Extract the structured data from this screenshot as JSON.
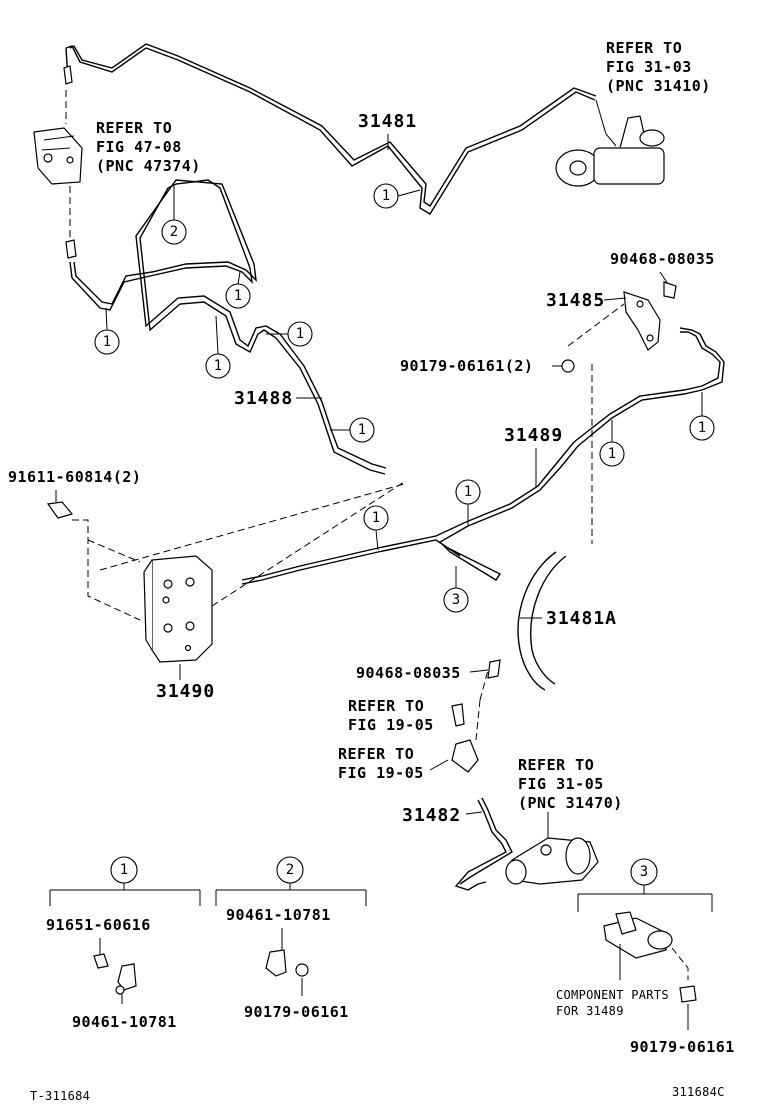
{
  "part_numbers": {
    "p31481": "31481",
    "p31485": "31485",
    "p31488": "31488",
    "p31489": "31489",
    "p31490": "31490",
    "p31481A": "31481A",
    "p31482": "31482"
  },
  "hardware": {
    "h90468_top": "90468-08035",
    "h90179_2": "90179-06161(2)",
    "h91611_2": "91611-60814(2)",
    "h90468_mid": "90468-08035"
  },
  "refs": {
    "ref_47_08": [
      "REFER TO",
      "FIG 47-08",
      "(PNC 47374)"
    ],
    "ref_31_03": [
      "REFER TO",
      "FIG 31-03",
      "(PNC 31410)"
    ],
    "ref_19_05_a": [
      "REFER TO",
      "FIG 19-05"
    ],
    "ref_19_05_b": [
      "REFER TO",
      "FIG 19-05"
    ],
    "ref_31_05": [
      "REFER TO",
      "FIG 31-05",
      "(PNC 31470)"
    ]
  },
  "callouts": {
    "c1": "1",
    "c2": "2",
    "c3": "3"
  },
  "kits": {
    "kit1": {
      "number": "1",
      "part_a": "91651-60616",
      "part_b": "90461-10781"
    },
    "kit2": {
      "number": "2",
      "part_a": "90461-10781",
      "part_b": "90179-06161"
    },
    "kit3": {
      "number": "3",
      "component_line1": "COMPONENT PARTS",
      "component_line2": "FOR 31489",
      "part_a": "90179-06161"
    }
  },
  "footer": {
    "left_code": "T-311684",
    "right_code": "311684C"
  }
}
